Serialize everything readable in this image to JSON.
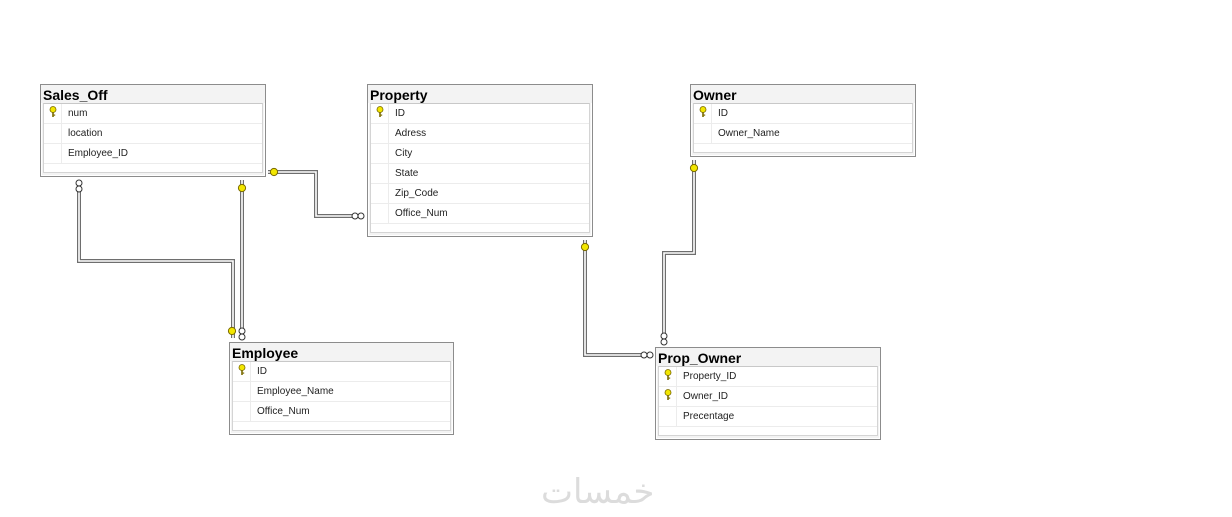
{
  "diagram": {
    "tables": [
      {
        "id": "sales_off",
        "name": "Sales_Off",
        "columns": [
          {
            "name": "num",
            "pk": true
          },
          {
            "name": "location",
            "pk": false
          },
          {
            "name": "Employee_ID",
            "pk": false
          }
        ]
      },
      {
        "id": "property",
        "name": "Property",
        "columns": [
          {
            "name": "ID",
            "pk": true
          },
          {
            "name": "Adress",
            "pk": false
          },
          {
            "name": "City",
            "pk": false
          },
          {
            "name": "State",
            "pk": false
          },
          {
            "name": "Zip_Code",
            "pk": false
          },
          {
            "name": "Office_Num",
            "pk": false
          }
        ]
      },
      {
        "id": "owner",
        "name": "Owner",
        "columns": [
          {
            "name": "ID",
            "pk": true
          },
          {
            "name": "Owner_Name",
            "pk": false
          }
        ]
      },
      {
        "id": "employee",
        "name": "Employee",
        "columns": [
          {
            "name": "ID",
            "pk": true
          },
          {
            "name": "Employee_Name",
            "pk": false
          },
          {
            "name": "Office_Num",
            "pk": false
          }
        ]
      },
      {
        "id": "prop_owner",
        "name": "Prop_Owner",
        "columns": [
          {
            "name": "Property_ID",
            "pk": true
          },
          {
            "name": "Owner_ID",
            "pk": true
          },
          {
            "name": "Precentage",
            "pk": false
          }
        ]
      }
    ],
    "relationships": [
      {
        "from": "Sales_Off",
        "to": "Property",
        "one_end": "Sales_Off",
        "many_end": "Property"
      },
      {
        "from": "Sales_Off",
        "to": "Employee",
        "one_end": "Sales_Off",
        "many_end": "Employee"
      },
      {
        "from": "Employee",
        "to": "Sales_Off",
        "one_end": "Employee",
        "many_end": "Sales_Off"
      },
      {
        "from": "Property",
        "to": "Prop_Owner",
        "one_end": "Property",
        "many_end": "Prop_Owner"
      },
      {
        "from": "Owner",
        "to": "Prop_Owner",
        "one_end": "Owner",
        "many_end": "Prop_Owner"
      }
    ],
    "colors": {
      "key": "#f2e600",
      "key_outline": "#7a6a00",
      "line": "#6e6e6e",
      "border": "#8c8c8c"
    }
  },
  "watermark": {
    "text": "خمسات"
  }
}
